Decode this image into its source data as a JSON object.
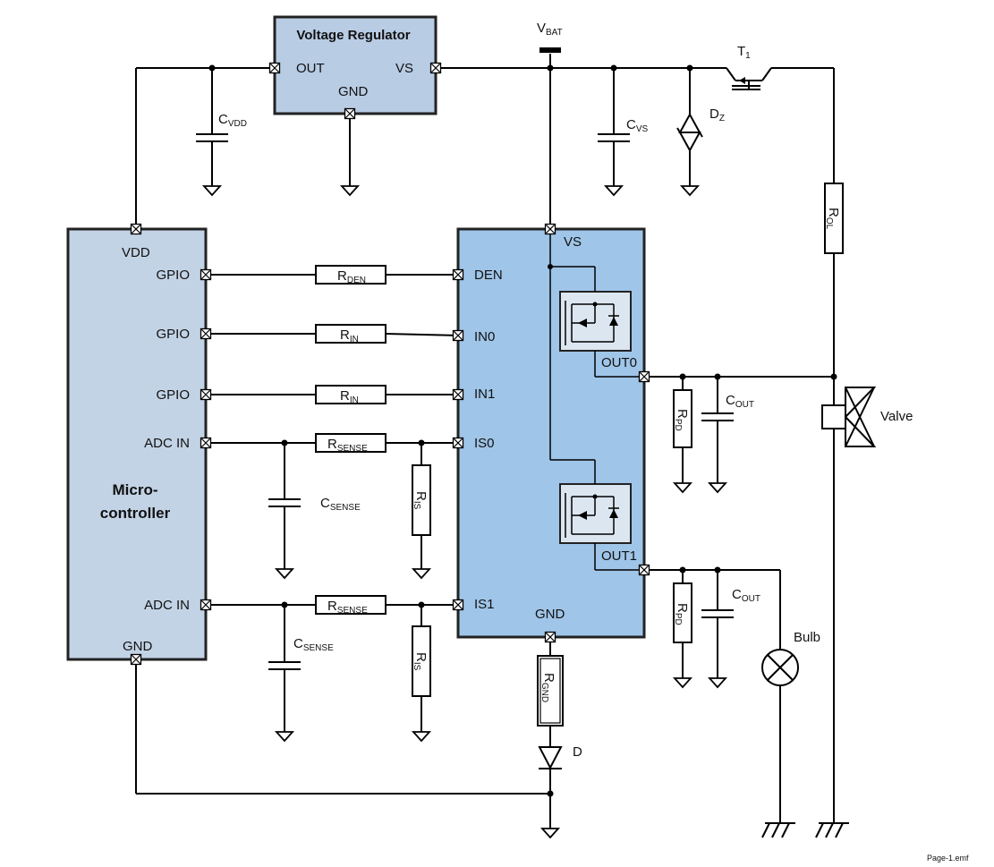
{
  "regulator": {
    "title": "Voltage Regulator",
    "out": "OUT",
    "vs": "VS",
    "gnd": "GND"
  },
  "supply": {
    "v": "V",
    "sub": "BAT"
  },
  "transistor": {
    "main": "T",
    "sub": "1"
  },
  "zener": {
    "main": "D",
    "sub": "Z"
  },
  "mcu": {
    "title_line1": "Micro-",
    "title_line2": "controller",
    "vdd": "VDD",
    "gpio1": "GPIO",
    "gpio2": "GPIO",
    "gpio3": "GPIO",
    "adc1": "ADC IN",
    "adc2": "ADC IN",
    "gnd": "GND"
  },
  "driver": {
    "vs": "VS",
    "den": "DEN",
    "in0": "IN0",
    "in1": "IN1",
    "is0": "IS0",
    "is1": "IS1",
    "gnd": "GND",
    "out0": "OUT0",
    "out1": "OUT1"
  },
  "components": {
    "cvdd": {
      "main": "C",
      "sub": "VDD"
    },
    "cvs": {
      "main": "C",
      "sub": "VS"
    },
    "rden": {
      "main": "R",
      "sub": "DEN"
    },
    "rin1": {
      "main": "R",
      "sub": "IN"
    },
    "rin2": {
      "main": "R",
      "sub": "IN"
    },
    "rsense1": {
      "main": "R",
      "sub": "SENSE"
    },
    "rsense2": {
      "main": "R",
      "sub": "SENSE"
    },
    "csense1": {
      "main": "C",
      "sub": "SENSE"
    },
    "csense2": {
      "main": "C",
      "sub": "SENSE"
    },
    "ris1": {
      "main": "R",
      "sub": "IS"
    },
    "ris2": {
      "main": "R",
      "sub": "IS"
    },
    "rgnd": {
      "main": "R",
      "sub": "GND"
    },
    "diode": "D",
    "rol": {
      "main": "R",
      "sub": "OL"
    },
    "rpd1": {
      "main": "R",
      "sub": "PD"
    },
    "rpd2": {
      "main": "R",
      "sub": "PD"
    },
    "cout1": {
      "main": "C",
      "sub": "OUT"
    },
    "cout2": {
      "main": "C",
      "sub": "OUT"
    },
    "valve": "Valve",
    "bulb": "Bulb"
  },
  "footer": {
    "filename": "Page-1.emf"
  },
  "colors": {
    "regulator_fill": "#b8cce4",
    "mcu_fill": "#c3d3e6",
    "driver_fill": "#9fc5e8",
    "switch_fill": "#dce6f1"
  }
}
